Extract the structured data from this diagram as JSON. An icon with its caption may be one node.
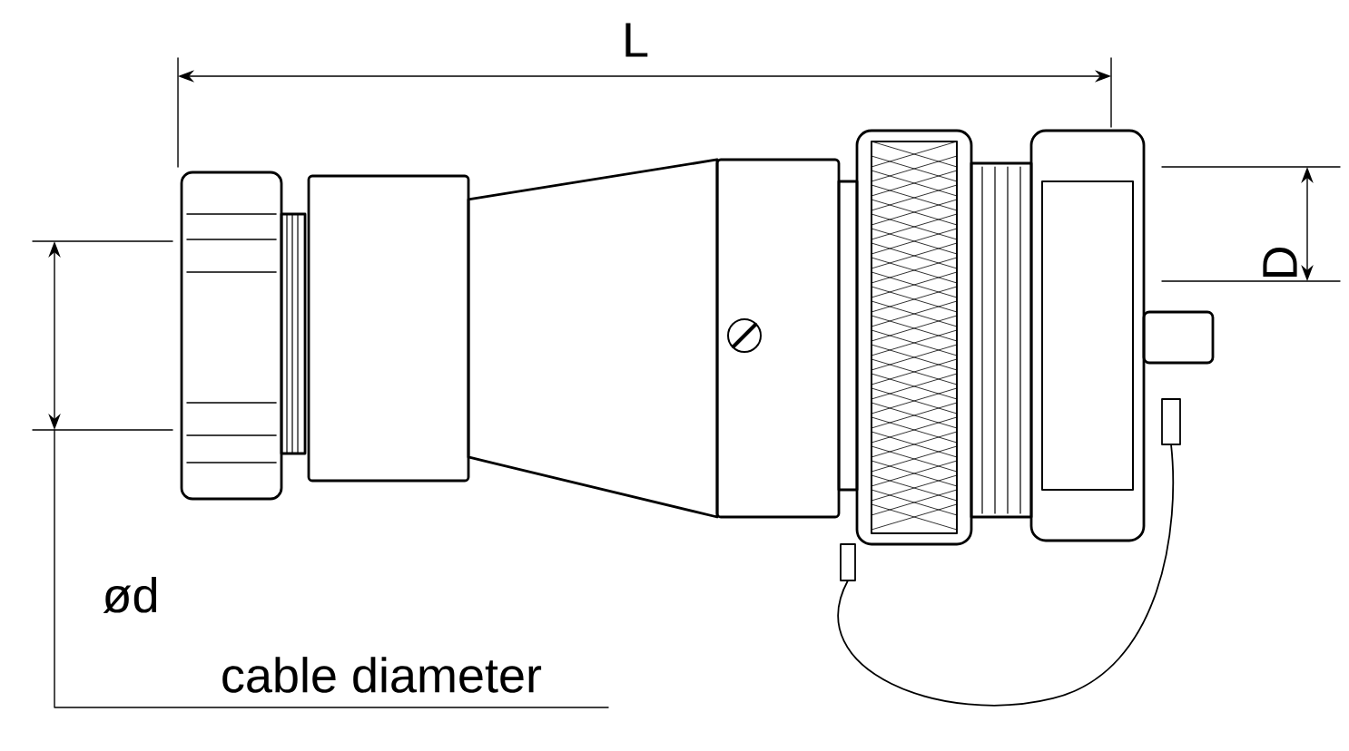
{
  "diagram": {
    "labels": [
      "L",
      "D",
      "ød",
      "cable diameter"
    ]
  }
}
